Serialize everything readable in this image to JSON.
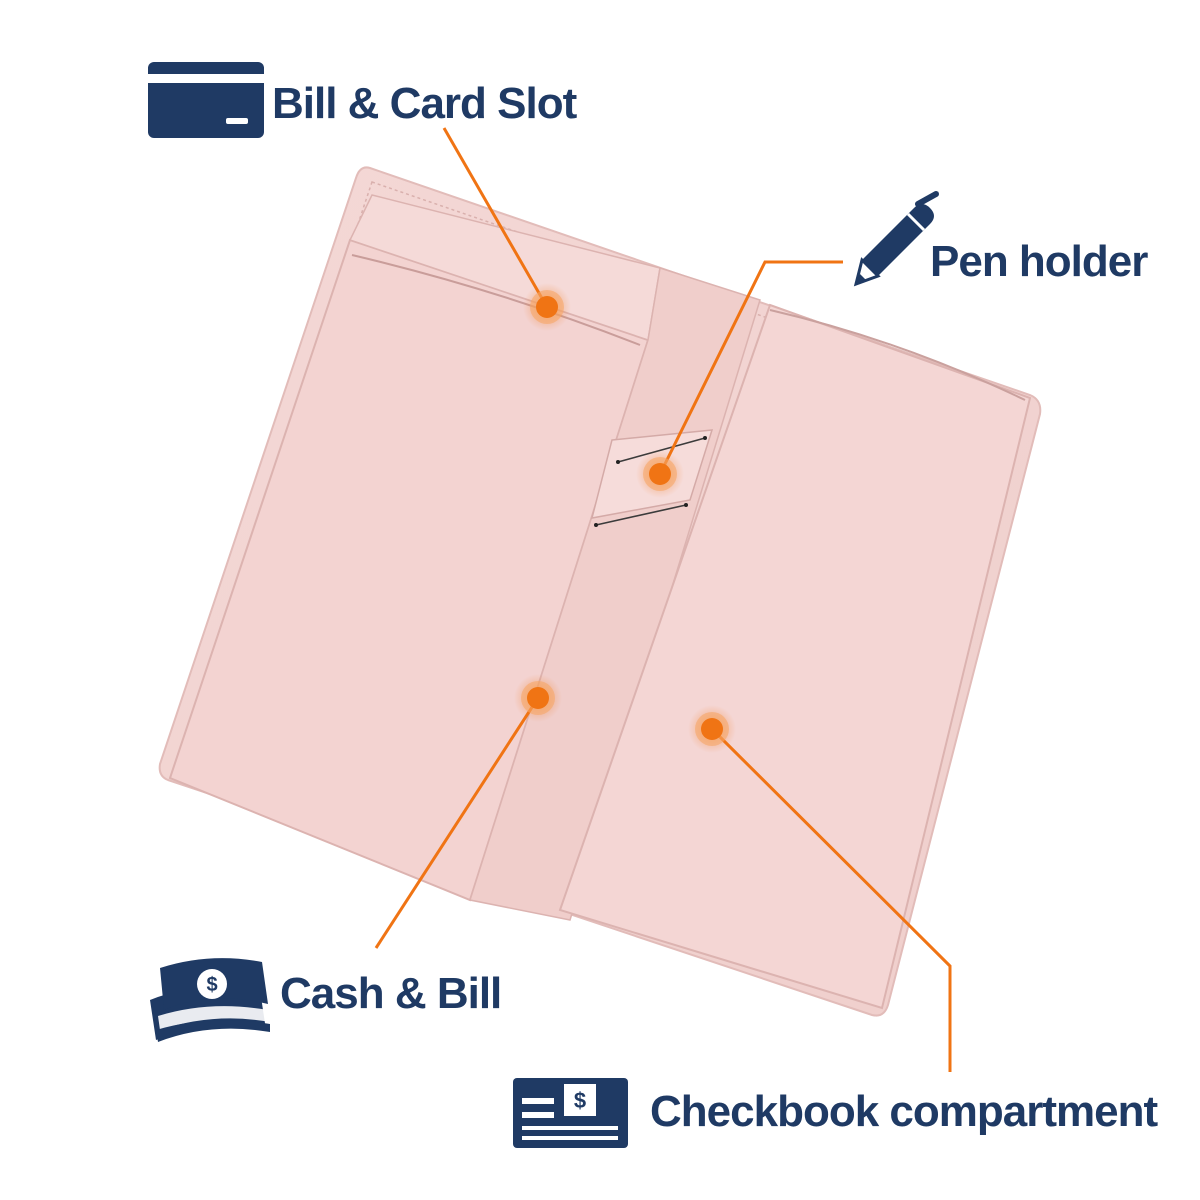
{
  "callouts": {
    "bill_card_slot": {
      "label": "Bill & Card Slot",
      "icon": "card-icon"
    },
    "pen_holder": {
      "label": "Pen holder",
      "icon": "pen-icon"
    },
    "cash_bill": {
      "label": "Cash & Bill",
      "icon": "cash-icon"
    },
    "checkbook_compartment": {
      "label": "Checkbook compartment",
      "icon": "check-icon"
    }
  },
  "colors": {
    "label_navy": "#1f3a64",
    "leader_orange": "#f07414",
    "wallet_pink": "#f2d5d3"
  }
}
